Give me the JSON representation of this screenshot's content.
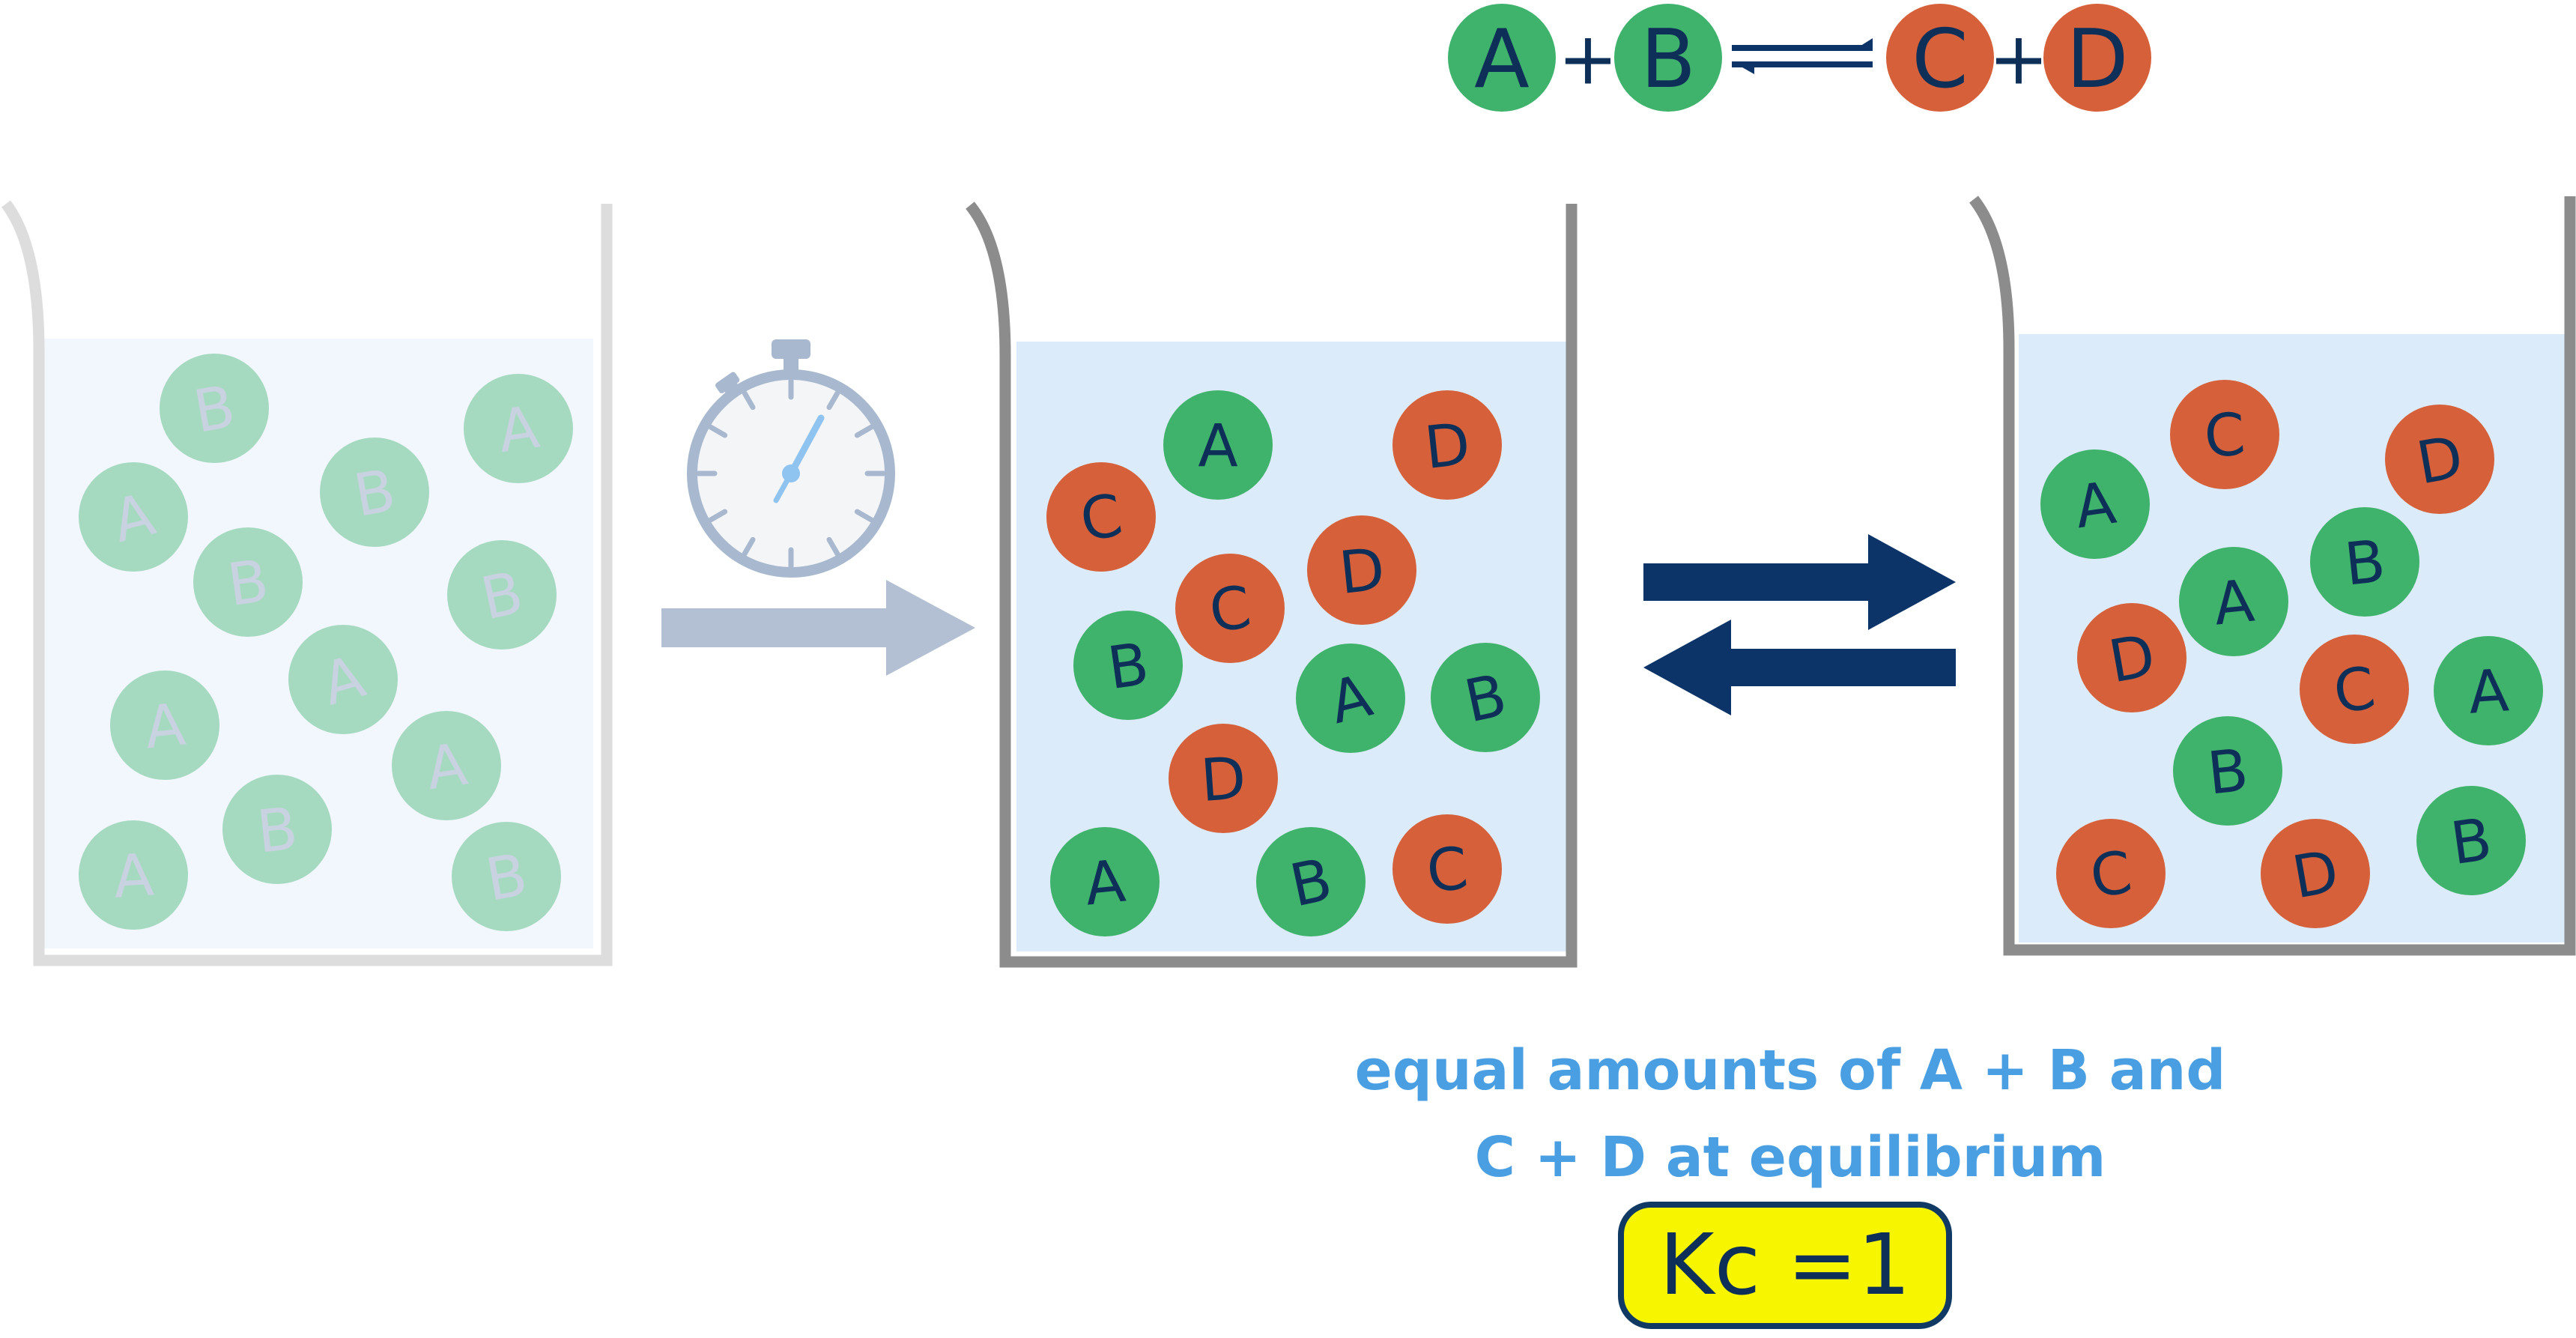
{
  "colors": {
    "reactant": "#3fb36c",
    "product": "#d6603a",
    "letter": "#0e2f57",
    "arrow_dark": "#0c3468",
    "arrow_faded": "#b3bfd2",
    "water": "#dcebfa",
    "caption": "#4a9fe3",
    "kc_fill": "#f7f600"
  },
  "equation": {
    "reactant_1": "A",
    "reactant_2": "B",
    "plus_1": "+",
    "product_1": "C",
    "product_2": "D",
    "plus_2": "+"
  },
  "icons": {
    "timer": "stopwatch-icon",
    "forward_arrow": "right-arrow-icon",
    "equilibrium_arrows": "reversible-arrows-icon"
  },
  "beakers": [
    {
      "name": "start",
      "molecules": [
        "B",
        "A",
        "A",
        "B",
        "B",
        "B",
        "A",
        "A",
        "A",
        "B",
        "A",
        "B"
      ]
    },
    {
      "name": "middle",
      "molecules": [
        "A",
        "D",
        "C",
        "D",
        "C",
        "B",
        "A",
        "B",
        "D",
        "A",
        "B",
        "C"
      ]
    },
    {
      "name": "equilibrium",
      "molecules": [
        "C",
        "D",
        "A",
        "B",
        "A",
        "D",
        "C",
        "A",
        "B",
        "B",
        "C",
        "D"
      ]
    }
  ],
  "caption": {
    "line1": "equal amounts of A + B and",
    "line2": "C + D at equilibrium"
  },
  "kc_label": "Kc =1"
}
